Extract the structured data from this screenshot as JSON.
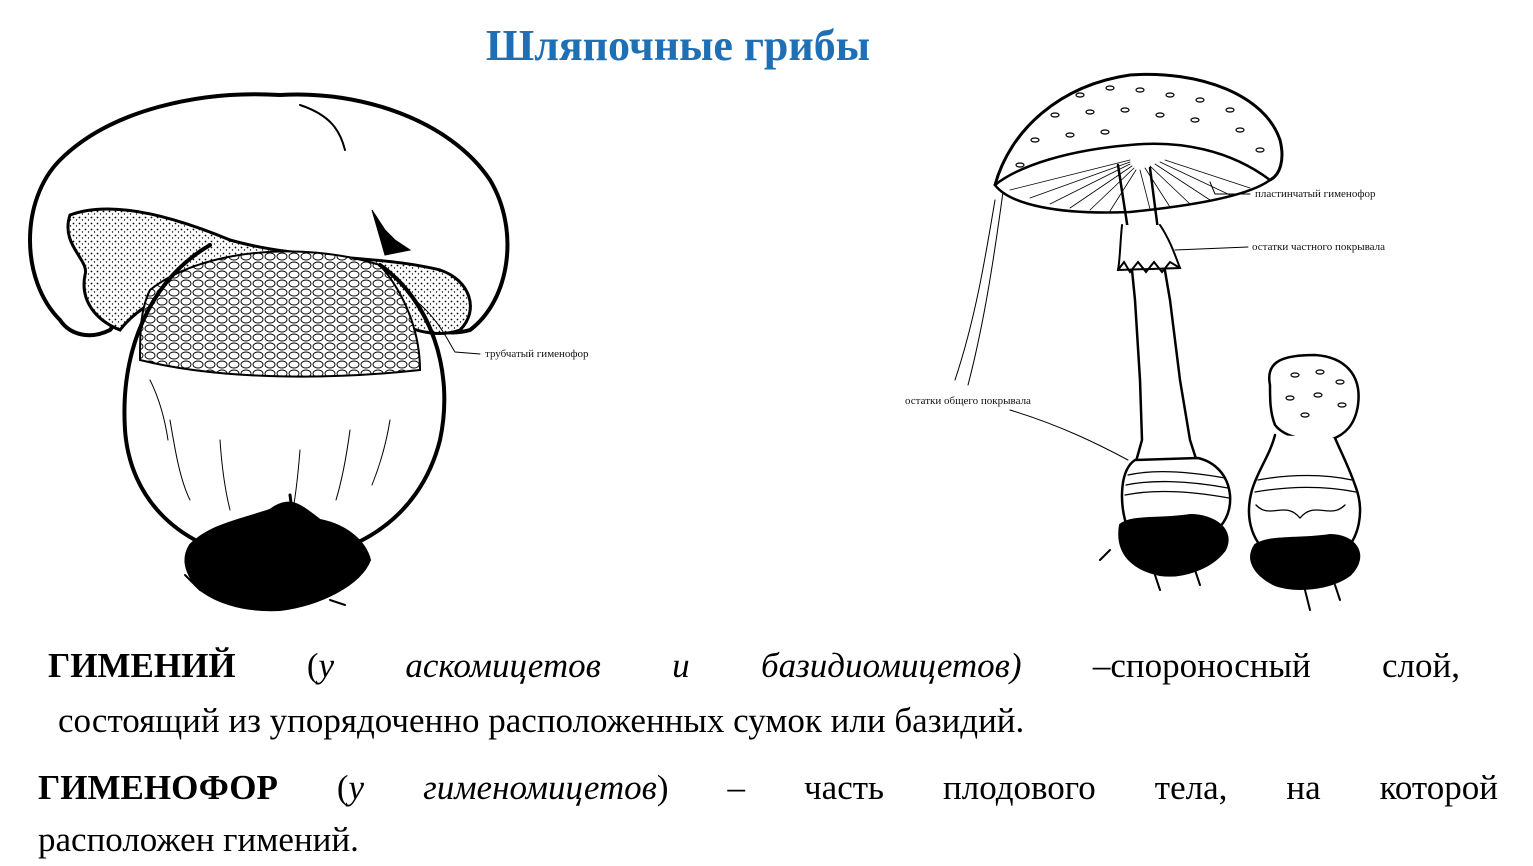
{
  "title": "Шляпочные грибы",
  "title_color": "#1f6fb5",
  "labels": {
    "tubular": "трубчатый гименофор",
    "lamellar": "пластинчатый гименофор",
    "partial_veil": "остатки частного покрывала",
    "universal_veil": "остатки общего покрывала"
  },
  "def1": {
    "term": "ГИМЕНИЙ",
    "open_paren": "(",
    "italic": "у аскомицетов и базидиомицетов)",
    "rest": "–спороносный слой,",
    "line2": "состоящий из упорядоченно расположенных сумок или базидий."
  },
  "def2": {
    "term": "ГИМЕНОФОР",
    "open_paren": "(",
    "italic": "у гименомицетов",
    "rest": ") – часть плодового тела, на которой",
    "line2": "расположен гимений."
  }
}
